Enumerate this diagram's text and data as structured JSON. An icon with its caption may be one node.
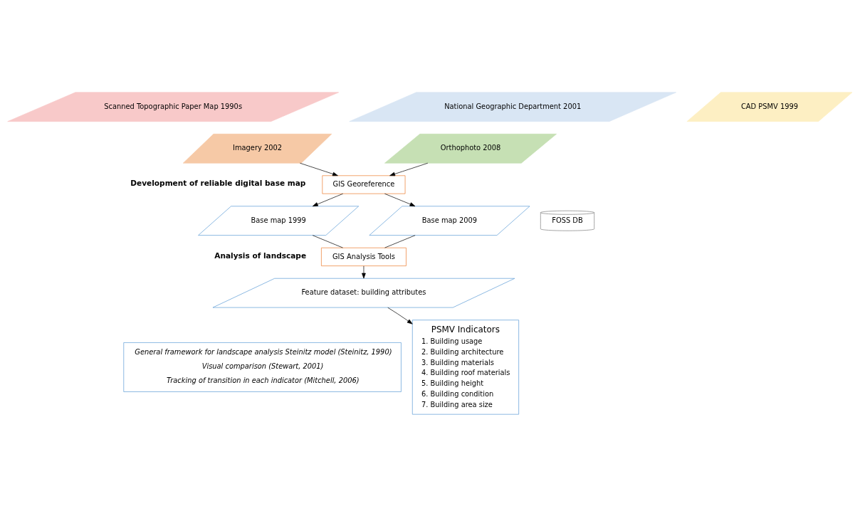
{
  "diagram": {
    "nodes": [
      {
        "text": [
          "Scanned Topographic Paper Map 1990s"
        ]
      },
      {
        "text": [
          "CAD PSMV 1999"
        ]
      },
      {
        "text": [
          "National Geographic Department 2001"
        ]
      },
      {
        "text": [
          "Imagery 2002"
        ]
      },
      {
        "text": [
          "Orthophoto 2008"
        ]
      },
      {
        "text": [
          "GIS Georeference"
        ]
      },
      {
        "text": [
          "Base map 1999"
        ]
      },
      {
        "text": [
          "Base map 2009"
        ]
      },
      {
        "text": [
          "FOSS DB"
        ]
      },
      {
        "text": [
          "GIS Analysis Tools"
        ]
      },
      {
        "text": [
          "Feature dataset: building attributes"
        ]
      },
      {
        "text": [
          "General framework for landscape analysis Steinitz model (Steinitz, 1990)",
          "Visual comparison (Stewart, 2001)",
          "Tracking of transition in each indicator (Mitchell, 2006)"
        ]
      },
      {
        "text": [
          "PSMV Indicators",
          "1. Building usage",
          "2. Building architecture",
          "3. Building materials",
          "4. Building roof materials",
          "5. Building height",
          "6. Building condition",
          "7. Building area size"
        ]
      }
    ],
    "edges": [
      {
        "from": 3,
        "to": 5,
        "arrow": "to"
      },
      {
        "from": 4,
        "to": 5,
        "arrow": "to"
      },
      {
        "from": 5,
        "to": 6,
        "arrow": "to"
      },
      {
        "from": 5,
        "to": 7,
        "arrow": "to"
      },
      {
        "from": 6,
        "to": 9,
        "arrow": "none"
      },
      {
        "from": 7,
        "to": 9,
        "arrow": "none"
      },
      {
        "from": 9,
        "to": 10,
        "arrow": "to"
      },
      {
        "from": 10,
        "to": 12,
        "arrow": "to"
      }
    ],
    "labels": [
      "Development of reliable digital base map",
      "Analysis of landscape"
    ]
  }
}
